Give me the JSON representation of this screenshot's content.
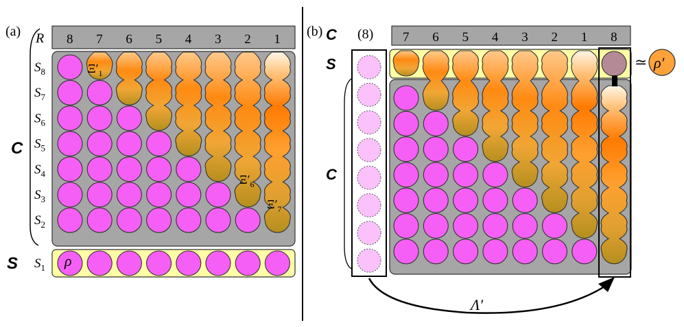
{
  "panel_a": {
    "label": "(a)",
    "header_corner": "R",
    "columns": [
      "8",
      "7",
      "6",
      "5",
      "4",
      "3",
      "2",
      "1"
    ],
    "rows": [
      "S8",
      "S7",
      "S6",
      "S5",
      "S4",
      "S3",
      "S2"
    ],
    "bottom_row_label": "S1",
    "bracket_left_label": "C",
    "bracket_bottom_label": "S",
    "rho_label": "ρ",
    "xi_labels": [
      "Ξ′1",
      "Ξ′6",
      "Ξ′7"
    ]
  },
  "panel_b": {
    "label": "(b)",
    "bracket_top_label": "C",
    "bracket_top_s_label": "S",
    "bracket_left_label": "C",
    "extra_col_label": "(8)",
    "columns": [
      "7",
      "6",
      "5",
      "4",
      "3",
      "2",
      "1",
      "8"
    ],
    "approx_symbol": "≃",
    "rho_prime_label": "ρ′",
    "lambda_label": "Λ′"
  },
  "colors": {
    "magenta": "#f65ff5",
    "light_magenta": "#fbc1fb",
    "gray_panel": "#a6a6a6",
    "yellow_row": "#ffffa6",
    "orange_light": "#ffe7c0",
    "orange_mid": "#ff9a2e",
    "orange_dark": "#ff7a00",
    "olive": "#b58f1f",
    "mauve": "#b48a96"
  }
}
